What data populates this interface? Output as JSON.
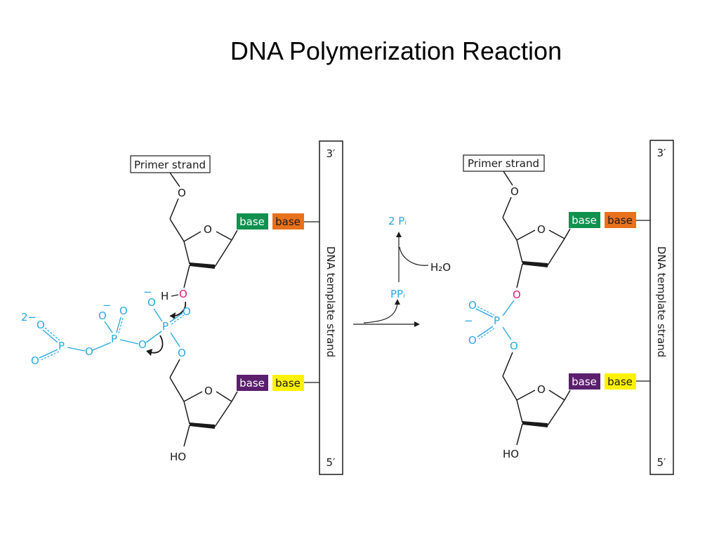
{
  "title": "DNA Polymerization Reaction",
  "colors": {
    "phosphate": "#29a9e1",
    "reactive_oxygen": "#e5197e",
    "base_green": "#0f9150",
    "base_orange": "#e8711c",
    "base_purple": "#5b1f6e",
    "base_yellow": "#fff200"
  },
  "left": {
    "primer_label": "Primer strand",
    "template_label": "DNA template strand",
    "template_3": "3′",
    "template_5": "5′",
    "base_label": "base",
    "sugar_o": "O",
    "link_o": "O",
    "hydroxyl_h": "H",
    "attacking_o": "O",
    "ho_label": "HO",
    "triphosphate": {
      "charge_2minus": "2−",
      "minus": "−",
      "p": "P",
      "o": "O"
    }
  },
  "arrow": {
    "ppi_label": "PPᵢ",
    "pi_label": "2 Pᵢ",
    "water_label": "H₂O"
  },
  "right": {
    "primer_label": "Primer strand",
    "template_label": "DNA template strand",
    "template_3": "3′",
    "template_5": "5′",
    "base_label": "base",
    "sugar_o": "O",
    "link_o": "O",
    "p": "P",
    "o": "O",
    "minus": "−",
    "ho_label": "HO"
  }
}
